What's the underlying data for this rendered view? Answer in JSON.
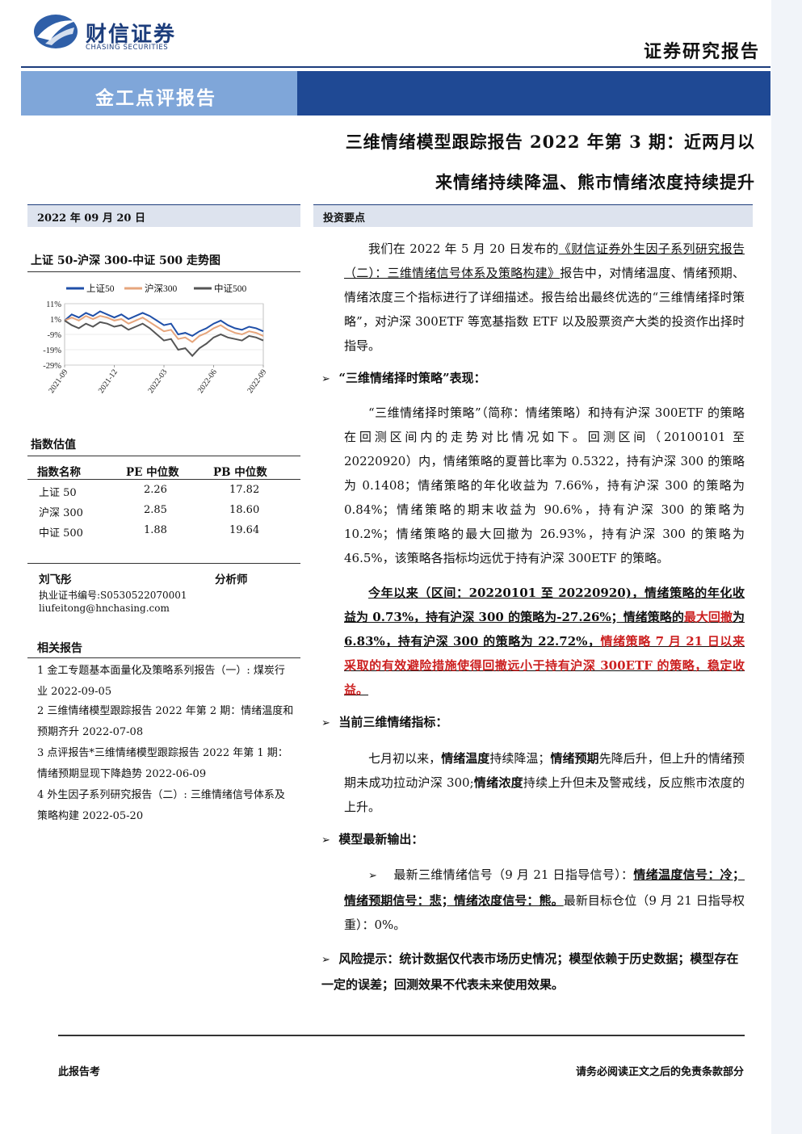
{
  "header": {
    "logo_cn": "财信证券",
    "logo_en": "CHASING SECURITIES",
    "report_type": "证券研究报告",
    "banner": "金工点评报告",
    "title_line1": "三维情绪模型跟踪报告 2022 年第 3 期：近两月以",
    "title_line2": "来情绪持续降温、熊市情绪浓度持续提升"
  },
  "left": {
    "date": "2022 年 09 月 20 日",
    "chart_title": "上证 50-沪深 300-中证 500 走势图",
    "valuation_heading": "指数估值",
    "table": {
      "headers": [
        "指数名称",
        "PE 中位数",
        "PB 中位数"
      ],
      "rows": [
        [
          "上证 50",
          "2.26",
          "17.82"
        ],
        [
          "沪深 300",
          "2.85",
          "18.60"
        ],
        [
          "中证 500",
          "1.88",
          "19.64"
        ]
      ]
    },
    "analyst": {
      "name": "刘飞彤",
      "role": "分析师",
      "cert": "执业证书编号:S0530522070001",
      "email": "liufeitong@hnchasing.com"
    },
    "related_heading": "相关报告",
    "related": [
      "1 金工专题基本面量化及策略系列报告（一）: 煤炭行业 2022-09-05",
      "2 三维情绪模型跟踪报告 2022 年第 2 期：情绪温度和预期齐升 2022-07-08",
      "3 点评报告*三维情绪模型跟踪报告 2022 年第 1 期：情绪预期显现下降趋势 2022-06-09",
      "4 外生因子系列研究报告（二）: 三维情绪信号体系及策略构建 2022-05-20"
    ]
  },
  "chart_data": {
    "type": "line",
    "title": "上证 50-沪深 300-中证 500 走势图",
    "ylim": [
      -29,
      11
    ],
    "yticks": [
      "11%",
      "1%",
      "-9%",
      "-19%",
      "-29%"
    ],
    "xticks": [
      "2021-09",
      "2021-12",
      "2022-03",
      "2022-06",
      "2022-09"
    ],
    "legend_position": "top",
    "grid": true,
    "series": [
      {
        "name": "上证50",
        "color": "#1f4fa8",
        "values": [
          0,
          4,
          2,
          5,
          3,
          6,
          4,
          2,
          4,
          1,
          3,
          5,
          3,
          0,
          -3,
          -2,
          -9,
          -8,
          -10,
          -7,
          -5,
          -2,
          0,
          -3,
          -5,
          -6,
          -4,
          -5,
          -7
        ]
      },
      {
        "name": "沪深300",
        "color": "#e6a57c",
        "values": [
          0,
          2,
          0,
          3,
          1,
          3,
          2,
          0,
          1,
          -2,
          0,
          2,
          -1,
          -4,
          -7,
          -6,
          -12,
          -11,
          -14,
          -10,
          -8,
          -5,
          -3,
          -6,
          -8,
          -9,
          -7,
          -8,
          -10
        ]
      },
      {
        "name": "中证500",
        "color": "#555555",
        "values": [
          0,
          -3,
          -5,
          -2,
          -4,
          -1,
          -2,
          -4,
          -3,
          -6,
          -4,
          -2,
          -5,
          -9,
          -13,
          -12,
          -19,
          -18,
          -23,
          -18,
          -15,
          -11,
          -9,
          -11,
          -12,
          -13,
          -10,
          -11,
          -13
        ]
      }
    ]
  },
  "right": {
    "kp_heading": "投资要点",
    "p1_a": "我们在 2022 年 5 月 20 日发布的",
    "p1_link": "《财信证券外生因子系列研究报告（二）：三维情绪信号体系及策略构建》",
    "p1_b": "报告中，对情绪温度、情绪预期、情绪浓度三个指标进行了详细描述。报告给出最终优选的“三维情绪择时策略”，对沪深 300ETF 等宽基指数 ETF 以及股票资产大类的投资作出择时指导。",
    "b1": "“三维情绪择时策略”表现：",
    "p2": "“三维情绪择时策略”（简称：情绪策略）和持有沪深 300ETF 的策略在回测区间内的走势对比情况如下。回测区间（20100101 至 20220920）内，情绪策略的夏普比率为 0.5322，持有沪深 300 的策略为 0.1408；情绪策略的年化收益为 7.66%，持有沪深 300 的策略为 0.84%；情绪策略的期末收益为 90.6%，持有沪深 300 的策略为 10.2%；情绪策略的最大回撤为 26.93%，持有沪深 300 的策略为 46.5%，该策略各指标均远优于持有沪深 300ETF 的策略。",
    "p3_a": "今年以来（区间：20220101 至 20220920)，情绪策略的年化收益为 0.73%，持有沪深 300 的策略为-27.26%；情绪策略的",
    "p3_red1": "最大回撤",
    "p3_b": "为 6.83%，持有沪深 300 的策略为 22.72%，",
    "p3_red2": "情绪策略 7 月 21 日以来采取的有效避险措施使得回撤远小于持有沪深 300ETF 的策略，稳定收益。",
    "b2": "当前三维情绪指标：",
    "p4_a": "七月初以来，",
    "p4_b1": "情绪温度",
    "p4_c": "持续降温；",
    "p4_b2": "情绪预期",
    "p4_d": "先降后升，但上升的情绪预期未成功拉动沪深 300;",
    "p4_b3": "情绪浓度",
    "p4_e": "持续上升但未及警戒线，反应熊市浓度的上升。",
    "b3": "模型最新输出：",
    "p5_a": "最新三维情绪信号（9 月 21 日指导信号）：",
    "p5_u": "情绪温度信号：冷；情绪预期信号：悲；情绪浓度信号：熊。",
    "p5_b": "最新目标仓位（9 月 21 日指导权重）：0%。",
    "b4": "风险提示：统计数据仅代表市场历史情况；模型依赖于历史数据；模型存在一定的误差；回测效果不代表未来使用效果。"
  },
  "footer": {
    "left": "此报告考",
    "right": "请务必阅读正文之后的免责条款部分"
  }
}
